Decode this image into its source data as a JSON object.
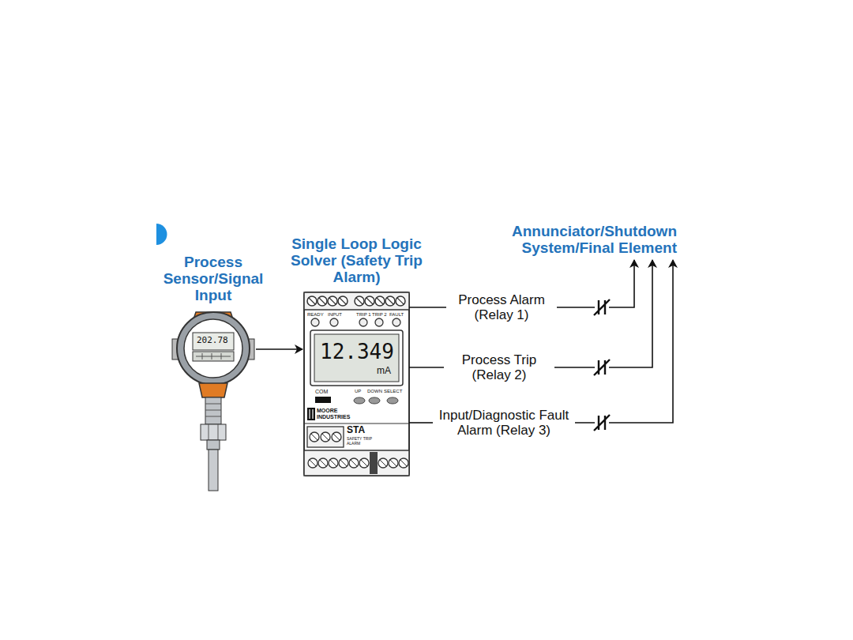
{
  "diagram": {
    "nodes": [
      {
        "text": [
          "Process Sensor/Signal Input"
        ]
      },
      {
        "text": [
          "Single Loop Logic Solver (Safety Trip Alarm)"
        ]
      },
      {
        "text": [
          "Process Alarm (Relay 1)"
        ]
      },
      {
        "text": [
          "Process Trip (Relay 2)"
        ]
      },
      {
        "text": [
          "Input/Diagnostic Fault Alarm (Relay 3)"
        ]
      },
      {
        "text": [
          "Annunciator/Shutdown System/Final Element"
        ]
      }
    ],
    "edges": [
      {
        "from": 0,
        "to": 1,
        "arrow": "to"
      },
      {
        "from": 1,
        "to": 2,
        "arrow": "none"
      },
      {
        "from": 1,
        "to": 3,
        "arrow": "none"
      },
      {
        "from": 1,
        "to": 4,
        "arrow": "none"
      },
      {
        "from": 2,
        "to": 5,
        "arrow": "to"
      },
      {
        "from": 3,
        "to": 5,
        "arrow": "to"
      },
      {
        "from": 4,
        "to": 5,
        "arrow": "to"
      }
    ],
    "labels": [
      "202.78",
      "READY",
      "INPUT",
      "TRIP 1",
      "TRIP 2",
      "FAULT",
      "12.349",
      "mA",
      "COM",
      "UP",
      "DOWN",
      "SELECT",
      "MOORE INDUSTRIES",
      "STA",
      "SAFETY TRIP ALARM"
    ]
  }
}
